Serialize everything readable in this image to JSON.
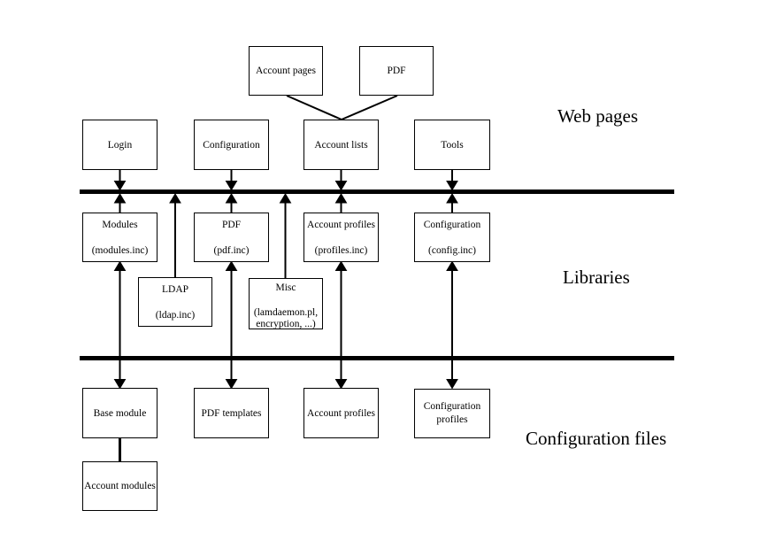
{
  "diagram": {
    "colors": {
      "line": "#000000",
      "background": "#ffffff"
    },
    "section_labels": {
      "web_pages": "Web pages",
      "libraries": "Libraries",
      "configuration_files": "Configuration files"
    },
    "nodes": {
      "account_pages": {
        "lines": [
          "Account pages"
        ]
      },
      "pdf_page": {
        "lines": [
          "PDF"
        ]
      },
      "login": {
        "lines": [
          "Login"
        ]
      },
      "configuration_page": {
        "lines": [
          "Configuration"
        ]
      },
      "account_lists": {
        "lines": [
          "Account lists"
        ]
      },
      "tools": {
        "lines": [
          "Tools"
        ]
      },
      "modules_lib": {
        "lines": [
          "Modules",
          "(modules.inc)"
        ]
      },
      "pdf_lib": {
        "lines": [
          "PDF",
          "(pdf.inc)"
        ]
      },
      "profiles_lib": {
        "lines": [
          "Account profiles",
          "(profiles.inc)"
        ]
      },
      "config_lib": {
        "lines": [
          "Configuration",
          "(config.inc)"
        ]
      },
      "ldap_lib": {
        "lines": [
          "LDAP",
          "(ldap.inc)"
        ]
      },
      "misc_lib": {
        "lines": [
          "Misc",
          "(lamdaemon.pl,",
          "encryption, ...)"
        ]
      },
      "base_module": {
        "lines": [
          "Base module"
        ]
      },
      "pdf_templates": {
        "lines": [
          "PDF templates"
        ]
      },
      "account_profiles_file": {
        "lines": [
          "Account profiles"
        ]
      },
      "config_profiles_file": {
        "lines": [
          "Configuration",
          "profiles"
        ]
      },
      "account_modules": {
        "lines": [
          "Account modules"
        ]
      }
    }
  }
}
